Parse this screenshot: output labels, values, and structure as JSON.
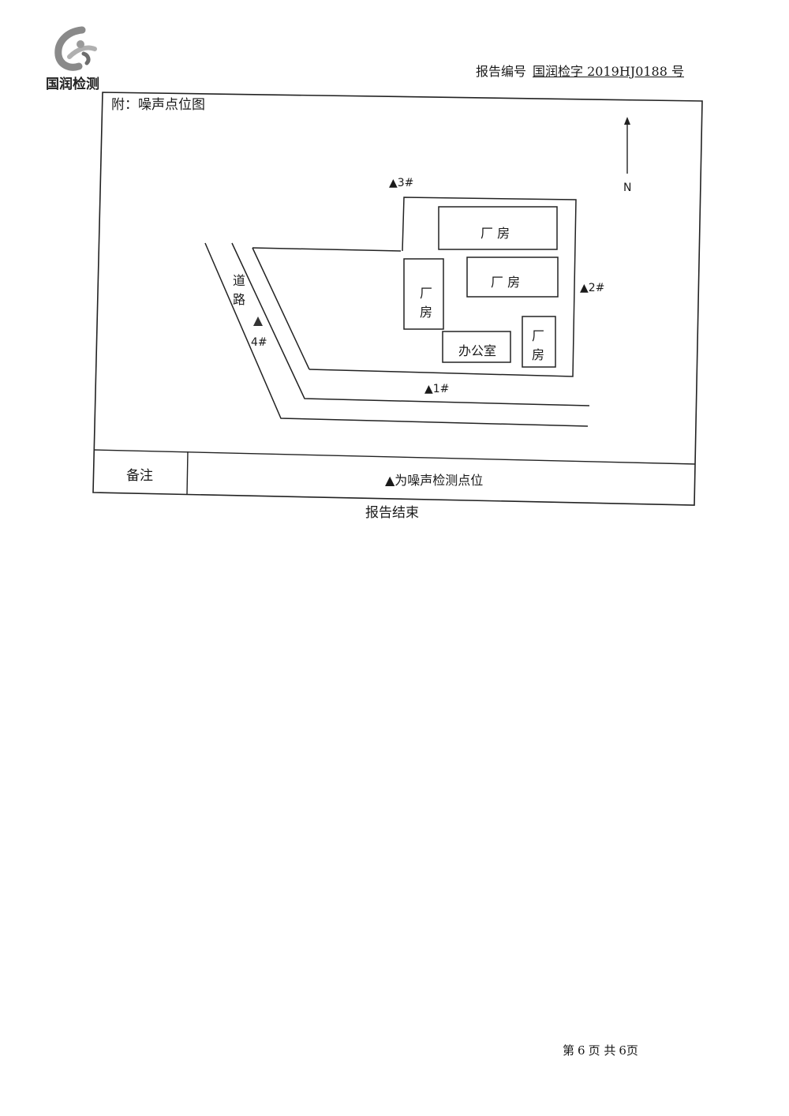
{
  "header": {
    "logo_text": "国润检测",
    "report_no_label": "报告编号",
    "report_no_value": "国润检字 2019HJ0188 号"
  },
  "figure": {
    "caption": "附：噪声点位图",
    "north_label": "N",
    "road_label": "道路",
    "buildings": {
      "factory_top": "厂 房",
      "factory_mid": "厂 房",
      "factory_left": "厂房",
      "office": "办公室",
      "factory_right": "厂房"
    },
    "points": {
      "p1": "▲1#",
      "p2": "▲2#",
      "p3": "▲3#",
      "p4": "4#"
    }
  },
  "remark": {
    "label": "备注",
    "value": "▲为噪声检测点位"
  },
  "end_text": "报告结束",
  "footer": {
    "page_prefix": "第",
    "page_no": "6",
    "page_mid": "页 共",
    "page_total": "6页"
  }
}
